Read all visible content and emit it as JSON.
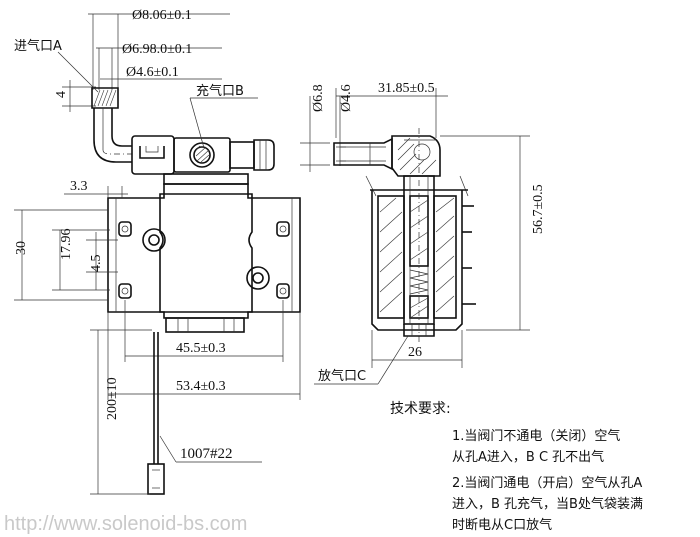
{
  "dims": {
    "d_outer": "Ø8.06±0.1",
    "d_mid": "Ø6.98.0±0.1",
    "d_inner": "Ø4.6±0.1",
    "len_4": "4",
    "d_68": "Ø6.8",
    "d_46": "Ø4.6",
    "w_3185": "31.85±0.5",
    "h_567": "56.7±0.5",
    "w_26": "26",
    "w_33": "3.3",
    "h_30": "30",
    "h_1796": "17.96",
    "h_45": "4.5",
    "w_455": "45.5±0.3",
    "w_534": "53.4±0.3",
    "h_200": "200±10",
    "wire": "1007#22"
  },
  "ports": {
    "a": "进气口A",
    "b": "充气口B",
    "c": "放气口C"
  },
  "notes": {
    "title": "技术要求:",
    "line1": "1.当阀门不通电（关闭）空气",
    "line2": "从孔A进入，B C 孔不出气",
    "line3": "2.当阀门通电（开启）空气从孔A",
    "line4": "进入，B 孔充气，当B处气袋装满",
    "line5": "时断电从C口放气"
  },
  "watermark": "http://www.solenoid-bs.com"
}
